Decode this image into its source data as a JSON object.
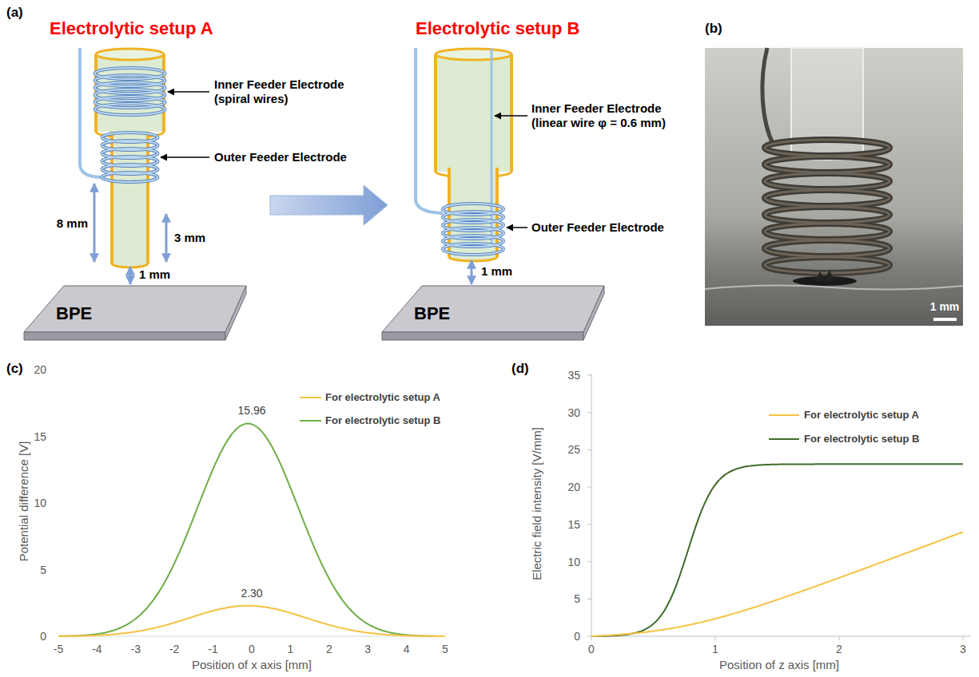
{
  "diagram": {
    "nodes": [
      {
        "text": [
          "BPE"
        ]
      },
      {
        "text": [
          "BPE"
        ]
      }
    ],
    "labels": [
      "(a)",
      "Electrolytic setup A",
      "Inner Feeder Electrode (spiral wires)",
      "Outer Feeder Electrode",
      "8 mm",
      "3 mm",
      "1 mm",
      "Electrolytic setup B",
      "Inner Feeder Electrode (linear wire φ = 0.6 mm)",
      "Outer Feeder Electrode",
      "1 mm",
      "(b)",
      "1 mm",
      "(c)",
      "20",
      "15",
      "10",
      "5",
      "0",
      "-5",
      "-4",
      "-3",
      "-2",
      "-1",
      "0",
      "1",
      "2",
      "3",
      "4",
      "5",
      "Potential difference [V]",
      "Position of x axis [mm]",
      "15.96",
      "2.30",
      "(d)",
      "35",
      "30",
      "25",
      "20",
      "15",
      "10",
      "5",
      "0",
      "0",
      "1",
      "2",
      "3",
      "Electric field intensity [V/mm]",
      "Position of z axis [mm]"
    ],
    "legend": [
      {
        "text": "For electrolytic setup A"
      },
      {
        "text": "For electrolytic setup B"
      },
      {
        "text": "For electrolytic setup A"
      },
      {
        "text": "For electrolytic setup B"
      }
    ]
  }
}
